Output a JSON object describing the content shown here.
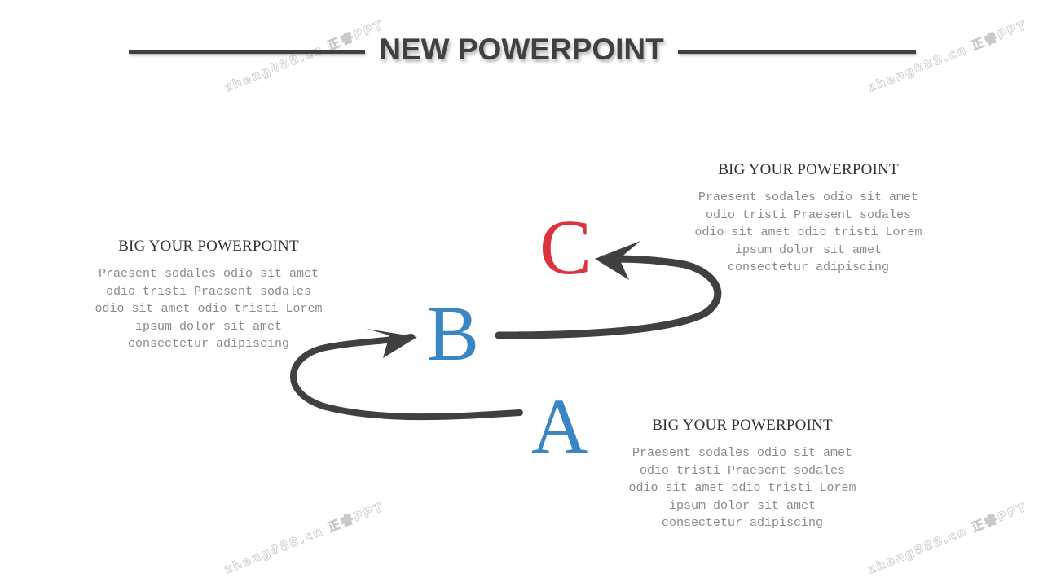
{
  "title": "NEW POWERPOINT",
  "watermark": "zheng888.cn 正睿PPT",
  "colors": {
    "dark": "#404040",
    "blue": "#3a86c4",
    "red": "#d9343f"
  },
  "letters": {
    "a": "A",
    "b": "B",
    "c": "C"
  },
  "blocks": [
    {
      "heading": "BIG YOUR POWERPOINT",
      "lines": [
        "Praesent sodales odio sit amet",
        "odio tristi Praesent sodales",
        "odio sit amet odio tristi Lorem",
        "ipsum dolor sit amet",
        "consectetur adipiscing"
      ]
    },
    {
      "heading": "BIG YOUR POWERPOINT",
      "lines": [
        "Praesent sodales odio sit amet",
        "odio tristi Praesent sodales",
        "odio sit amet odio tristi Lorem",
        "ipsum dolor sit amet",
        "consectetur adipiscing"
      ]
    },
    {
      "heading": "BIG YOUR POWERPOINT",
      "lines": [
        "Praesent sodales odio sit amet",
        "odio tristi Praesent sodales",
        "odio sit amet odio tristi Lorem",
        "ipsum dolor sit amet",
        "consectetur adipiscing"
      ]
    }
  ]
}
